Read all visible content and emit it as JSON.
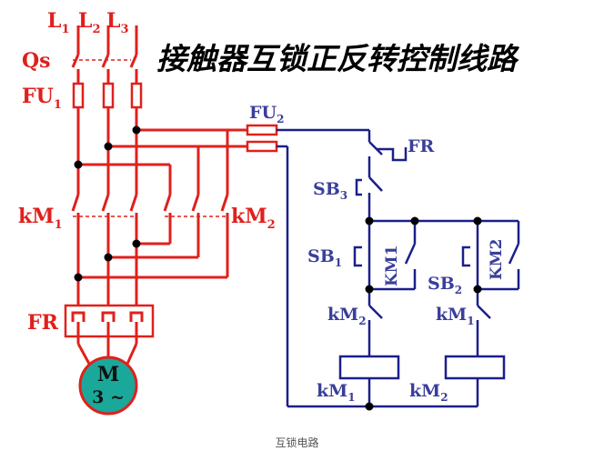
{
  "title": "接触器互锁正反转控制线路",
  "caption": "互锁电路",
  "colors": {
    "power_circuit": "#e0201c",
    "control_circuit": "#1b1f8a",
    "motor_fill": "#1aa89a",
    "label_blue": "#3a3e9a",
    "title_text": "#000000"
  },
  "power_labels": {
    "l1": "L",
    "l1_sub": "1",
    "l2": "L",
    "l2_sub": "2",
    "l3": "L",
    "l3_sub": "3",
    "qs": "Qs",
    "fu1": "FU",
    "fu1_sub": "1",
    "km1": "kM",
    "km1_sub": "1",
    "km2": "kM",
    "km2_sub": "2",
    "fr": "FR",
    "motor_m": "M",
    "motor_spec": "3 ~"
  },
  "control_labels": {
    "fu2": "FU",
    "fu2_sub": "2",
    "fr": "FR",
    "sb3": "SB",
    "sb3_sub": "3",
    "sb1": "SB",
    "sb1_sub": "1",
    "sb2": "SB",
    "sb2_sub": "2",
    "km1_aux": "KM1",
    "km2_aux": "KM2",
    "km2_interlock": "kM",
    "km2_interlock_sub": "2",
    "km1_interlock": "kM",
    "km1_interlock_sub": "1",
    "km1_coil": "kM",
    "km1_coil_sub": "1",
    "km2_coil": "kM",
    "km2_coil_sub": "2"
  }
}
